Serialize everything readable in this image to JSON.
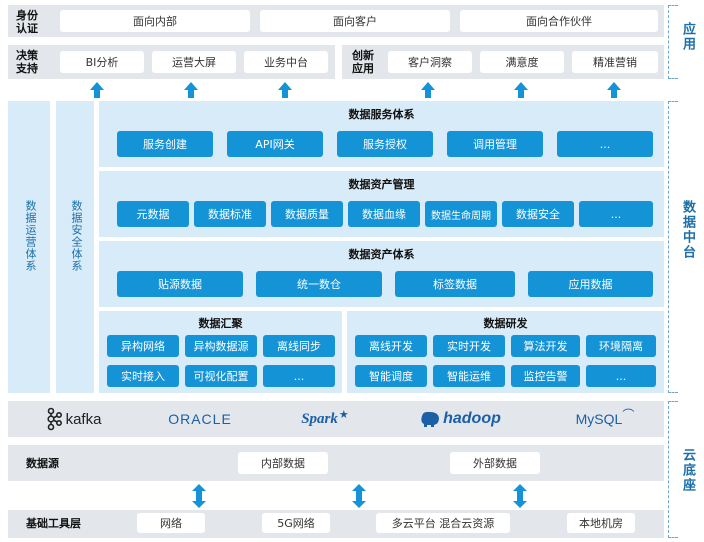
{
  "application": {
    "identity_label": "身份认证",
    "identity_items": [
      "面向内部",
      "面向客户",
      "面向合作伙伴"
    ],
    "decision_label": "决策支持",
    "decision_items": [
      "BI分析",
      "运营大屏",
      "业务中台"
    ],
    "innovation_label": "创新应用",
    "innovation_items": [
      "客户洞察",
      "满意度",
      "精准营销"
    ]
  },
  "side_labels": {
    "application": "应用",
    "data_platform": "数据中台",
    "cloud_base": "云底座"
  },
  "left_columns": {
    "operation": "数据运营体系",
    "security": "数据安全体系"
  },
  "data_service": {
    "title": "数据服务体系",
    "items": [
      "服务创建",
      "API网关",
      "服务授权",
      "调用管理",
      "..."
    ]
  },
  "asset_management": {
    "title": "数据资产管理",
    "items": [
      "元数据",
      "数据标准",
      "数据质量",
      "数据血缘",
      "数据生命周期",
      "数据安全",
      "..."
    ]
  },
  "asset_system": {
    "title": "数据资产体系",
    "items": [
      "贴源数据",
      "统一数仓",
      "标签数据",
      "应用数据"
    ]
  },
  "data_aggregation": {
    "title": "数据汇聚",
    "items": [
      "异构网络",
      "异构数据源",
      "离线同步",
      "实时接入",
      "可视化配置",
      "..."
    ]
  },
  "data_development": {
    "title": "数据研发",
    "items": [
      "离线开发",
      "实时开发",
      "算法开发",
      "环境隔离",
      "智能调度",
      "智能运维",
      "监控告警",
      "..."
    ]
  },
  "tech_logos": [
    "kafka",
    "ORACLE",
    "Spark",
    "hadoop",
    "MySQL"
  ],
  "data_source": {
    "label": "数据源",
    "items": [
      "内部数据",
      "外部数据"
    ]
  },
  "infrastructure": {
    "label": "基础工具层",
    "items": [
      "网络",
      "5G网络",
      "多云平台 混合云资源",
      "本地机房"
    ]
  },
  "colors": {
    "accent_blue": "#1494d6",
    "panel_blue": "#d8ebf8",
    "band_grey": "#e3e7ec",
    "label_blue": "#1d6fa8"
  }
}
